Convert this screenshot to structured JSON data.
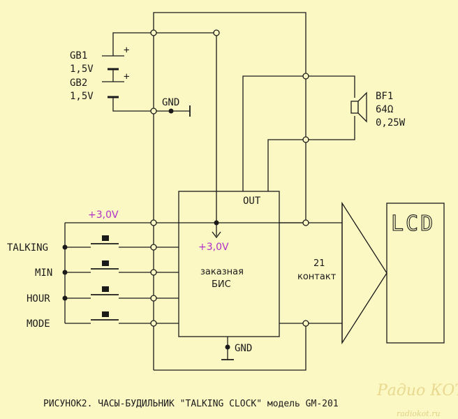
{
  "labels": {
    "gb1_name": "GB1",
    "gb1_value": "1,5V",
    "gb2_name": "GB2",
    "gb2_value": "1,5V",
    "plus1": "+",
    "plus2": "+",
    "gnd_top": "GND",
    "gnd_bottom": "GND",
    "bf1_name": "BF1",
    "bf1_impedance": "64Ω",
    "bf1_power": "0,25W",
    "out": "OUT",
    "v_left": "+3,0V",
    "v_chip": "+3,0V",
    "chip_line1": "заказная",
    "chip_line2": "БИС",
    "bus_line1": "21",
    "bus_line2": "контакт",
    "lcd": "LCD"
  },
  "buttons": [
    "TALKING",
    "MIN",
    "HOUR",
    "MODE"
  ],
  "caption": "РИСУНОК2. ЧАСЫ-БУДИЛЬНИК \"TALKING CLOCK\" модель GM-201",
  "watermark": {
    "main": "Радио КОТ",
    "sub": "radiokot.ru"
  }
}
